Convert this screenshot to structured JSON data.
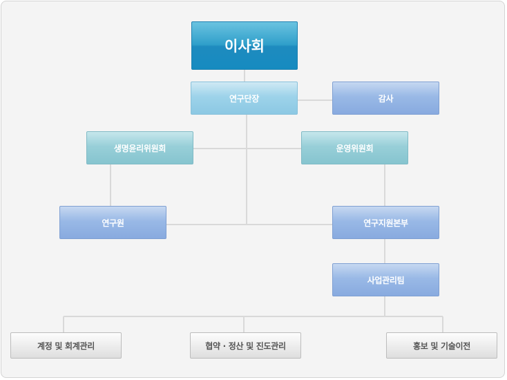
{
  "org": {
    "top": "이사회",
    "leader": "연구단장",
    "audit": "감사",
    "ethics": "생명윤리위원회",
    "operations": "운영위원회",
    "researcher": "연구원",
    "support": "연구지원본부",
    "business": "사업관리팀",
    "account": "계정 및 회계관리",
    "agreement": "협약 · 정산 및 진도관리",
    "promotion": "홍보 및 기술이전"
  },
  "colors": {
    "connector": "#d9d9d9",
    "top": "#1e8bbf",
    "lightblue": "#8cc8e3",
    "bluish": "#88aadf",
    "teal": "#86c4cf",
    "gray": "#dedede"
  }
}
